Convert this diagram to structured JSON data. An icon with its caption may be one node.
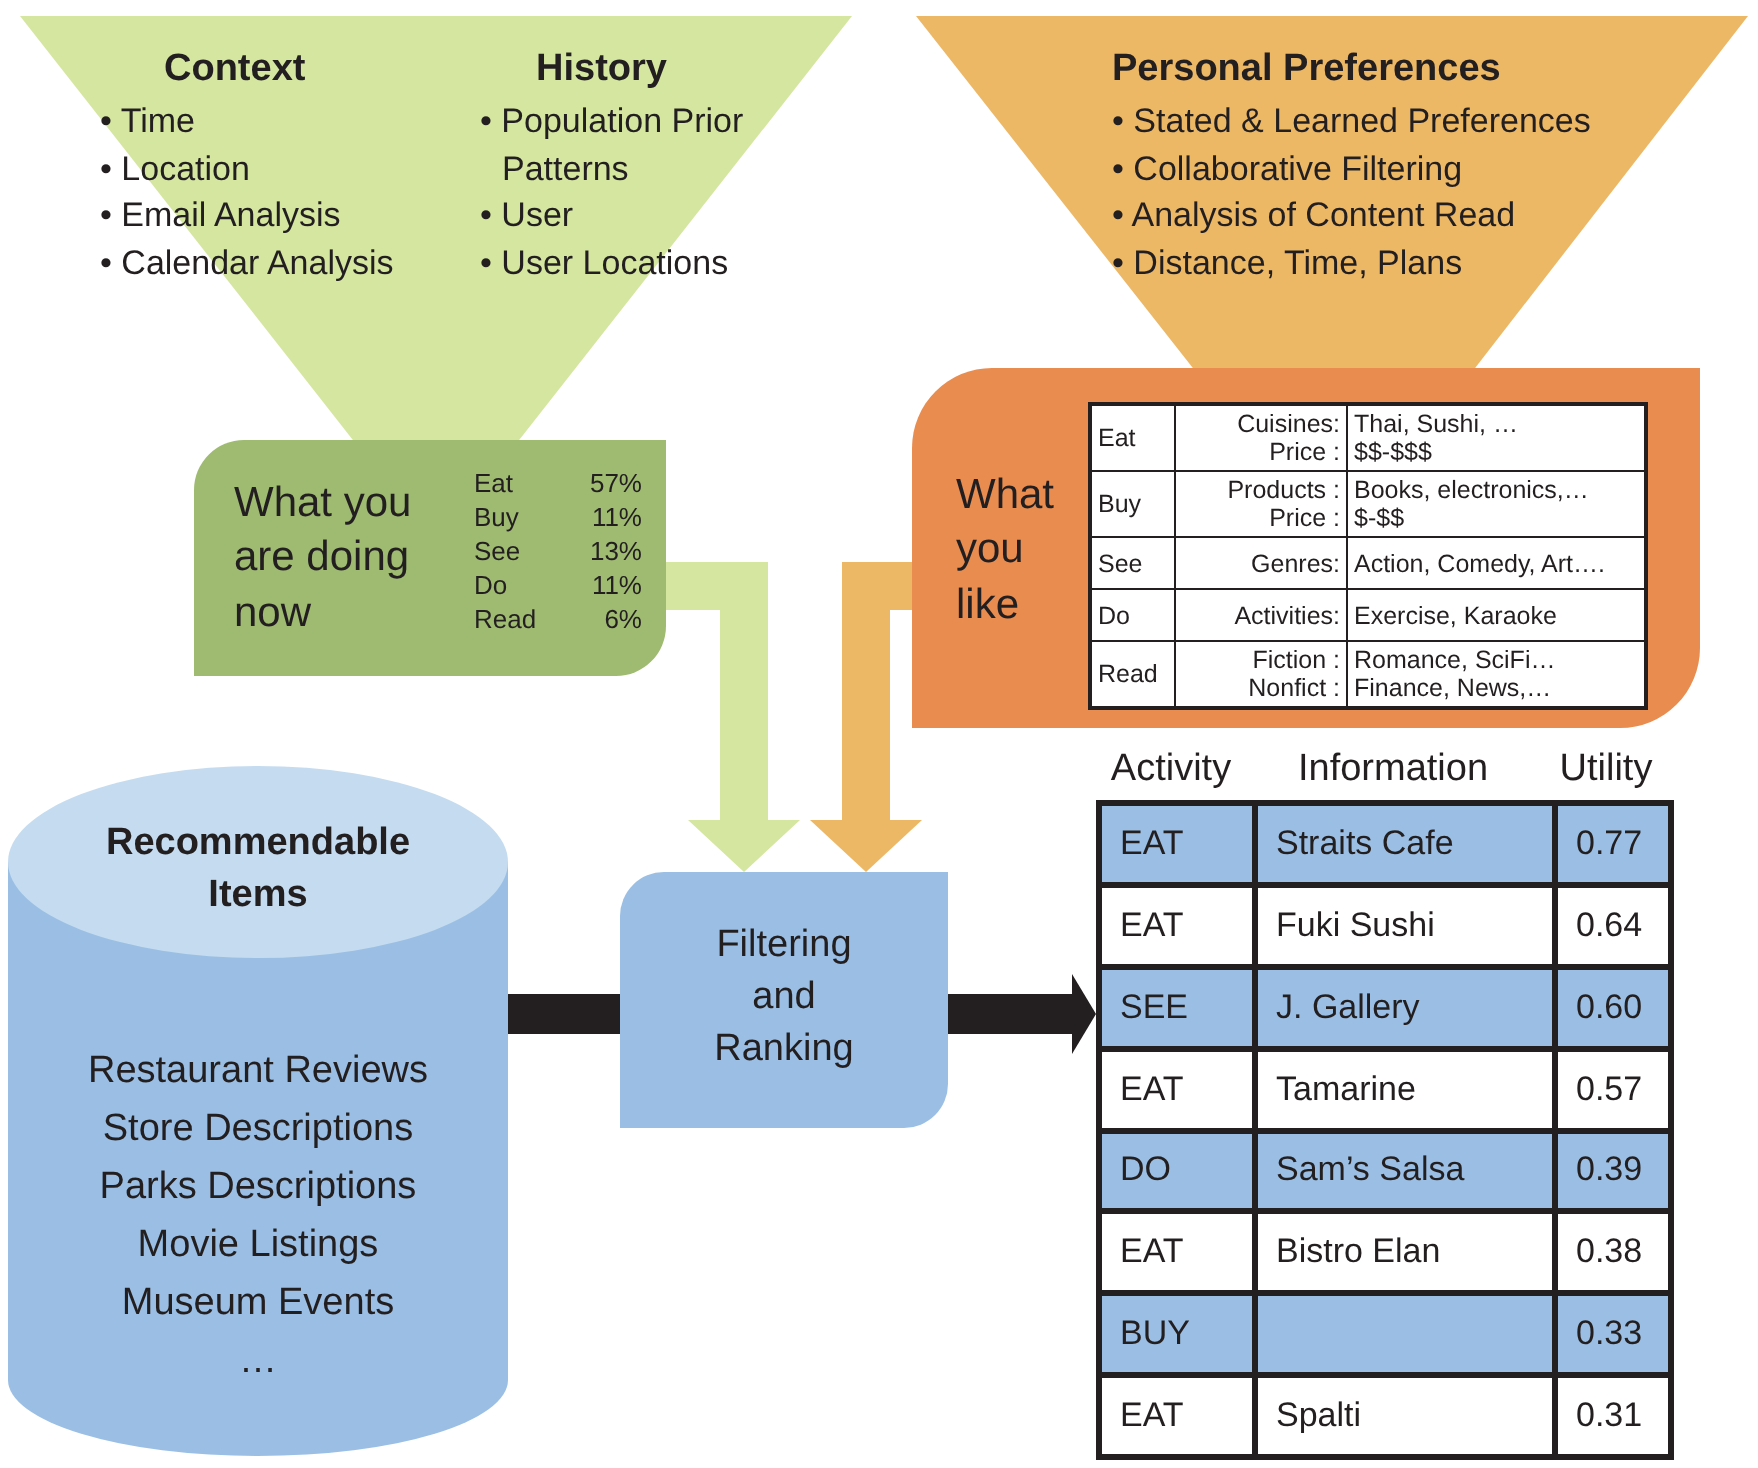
{
  "diagram": {
    "nodes": [
      {
        "text": [
          "Context",
          "• Time",
          "• Location",
          "• Email Analysis",
          "• Calendar Analysis",
          "History",
          "• Population Prior Patterns",
          "• User",
          "• User Locations"
        ]
      },
      {
        "text": [
          "What you are doing now",
          "Eat",
          "57%",
          "Buy",
          "11%",
          "See",
          "13%",
          "Do",
          "11%",
          "Read",
          "6%"
        ]
      },
      {
        "text": [
          "Personal Preferences",
          "• Stated & Learned Preferences",
          "• Collaborative Filtering",
          "• Analysis of Content Read",
          "• Distance, Time, Plans"
        ]
      },
      {
        "text": [
          "What you like",
          "Eat",
          "Cuisines:",
          "Thai, Sushi, …",
          "Price :",
          "$$-$$$",
          "Buy",
          "Products :",
          "Books, electronics,…",
          "Price :",
          "$-$$",
          "See",
          "Genres:",
          "Action, Comedy, Art….",
          "Do",
          "Activities:",
          "Exercise, Karaoke",
          "Read",
          "Fiction :",
          "Romance, SciFi…",
          "Nonfict :",
          "Finance, News,…"
        ]
      },
      {
        "text": [
          "Recommendable Items",
          "Restaurant Reviews",
          "Store Descriptions",
          "Parks Descriptions",
          "Movie Listings",
          "Museum Events",
          "…"
        ]
      },
      {
        "text": [
          "Filtering and Ranking"
        ]
      },
      {
        "text": [
          "Activity",
          "Information",
          "Utility",
          "EAT",
          "Straits Cafe",
          "0.77",
          "EAT",
          "Fuki Sushi",
          "0.64",
          "SEE",
          "J. Gallery",
          "0.60",
          "EAT",
          "Tamarine",
          "0.57",
          "DO",
          "Sam’s Salsa",
          "0.39",
          "EAT",
          "Bistro Elan",
          "0.38",
          "BUY",
          "0.33",
          "EAT",
          "Spalti",
          "0.31"
        ]
      }
    ],
    "edges": [
      {
        "from": 4,
        "to": 5,
        "arrow": "none"
      },
      {
        "from": 5,
        "to": 6,
        "arrow": "to"
      },
      {
        "from": 1,
        "to": 5,
        "arrow": "to",
        "color": "#d5e6a0"
      },
      {
        "from": 3,
        "to": 5,
        "arrow": "to",
        "color": "#ecb865"
      }
    ]
  }
}
